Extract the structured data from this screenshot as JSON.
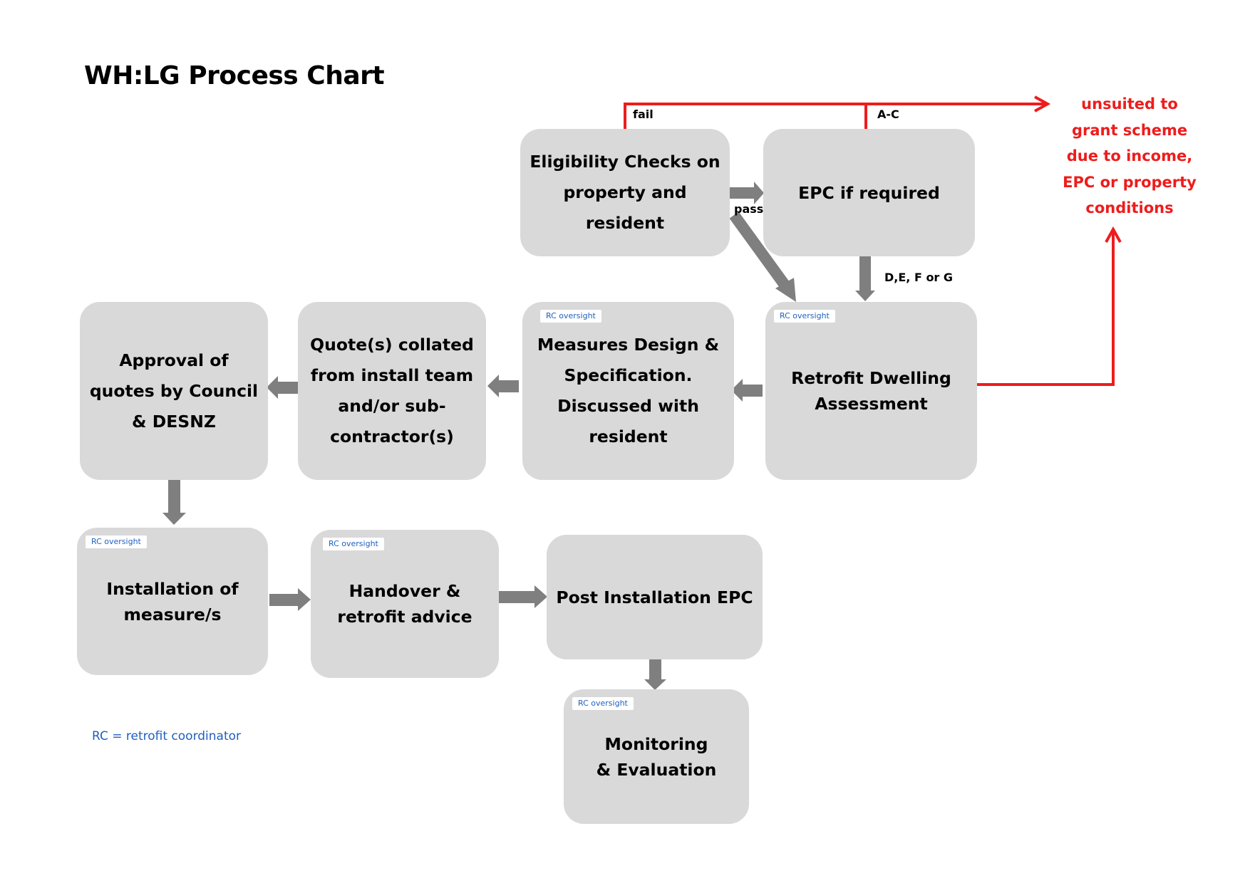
{
  "title": "WH:LG Process Chart",
  "badge_label": "RC oversight",
  "nodes": {
    "eligibility": "Eligibility Checks on\nproperty and resident",
    "epc_required": "EPC if required",
    "retrofit_assessment": "Retrofit Dwelling\nAssessment",
    "measures_design": "Measures Design &\nSpecification.\nDiscussed with\nresident",
    "quotes_collated": "Quote(s) collated\nfrom install team\nand/or sub-\ncontractor(s)",
    "approval": "Approval of\nquotes by Council\n& DESNZ",
    "installation": "Installation of\nmeasure/s",
    "handover": "Handover &\nretrofit advice",
    "post_epc": "Post Installation EPC",
    "monitoring": "Monitoring\n& Evaluation"
  },
  "flow_labels": {
    "fail": "fail",
    "a_c": "A-C",
    "pass": "pass",
    "d_to_g": "D,E, F or G"
  },
  "outcome": "unsuited to\ngrant scheme\ndue to income,\nEPC or property\nconditions",
  "footnote": "RC = retrofit coordinator",
  "colors": {
    "box": "#d9d9d9",
    "arrow": "#7f7f7f",
    "reject": "#ee1c1c",
    "badge_text": "#1f5fbf"
  }
}
